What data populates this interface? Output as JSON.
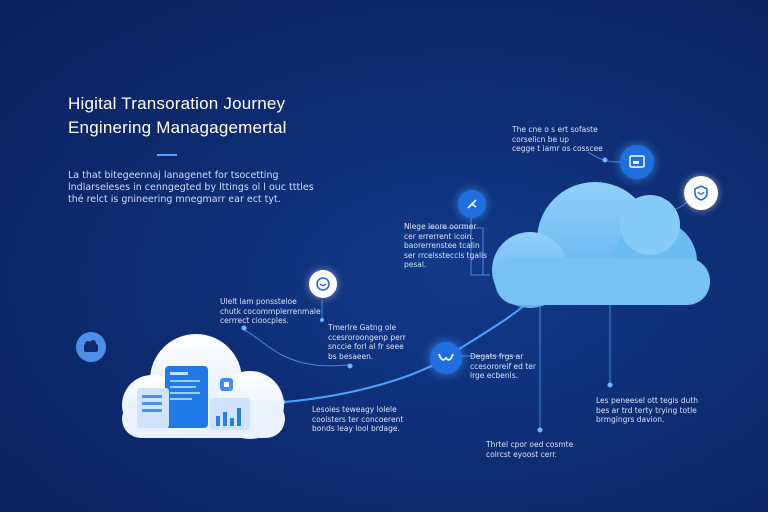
{
  "header": {
    "title_line1": "Higital Transoration Journey",
    "title_line2": "Enginering Managagemertal"
  },
  "intro": {
    "lines": [
      "La that bitegeennaj lanagenet for tsocetting",
      "lndlarseleses in cenngegted by lttings ol l ouc tttles",
      "thé relct is gnineering mnegmarr ear ect tyt."
    ]
  },
  "notes": {
    "top_right": [
      "The cne o s ert sofaste",
      "corselicn be up",
      "cegge t iamr os cosscee"
    ],
    "mid_center": [
      "Nlege leore oormer",
      "cer errerrent icoin.",
      "baorerrenstee tcalin",
      "ser rrcelssteccls tgalis",
      "pesal."
    ],
    "left_mid": [
      "Ulelt lam ponssteloe",
      "chutk cocommplerrenmale",
      "cerrrect cioocples."
    ],
    "center_mid": [
      "Tmerlre Gatng ole",
      "ccesroroongenp perr",
      "snccie forl al fr seee",
      "bs besaeen."
    ],
    "node_right": [
      "Degats frgs ar",
      "ccesororeif ed ter",
      "lrge ecbenis."
    ],
    "bottom_left": [
      "Lesoies teweagy lolele",
      "cooisters ter concoerent",
      "bonds leay lool brdage."
    ],
    "bottom_center": [
      "Thrtel cpor oed cosmte",
      "colrcst eyoost cerr."
    ],
    "bottom_right": [
      "Les peneesel ott tegis duth",
      "bes ar trd terty trying totle",
      "brmgingrs davion."
    ]
  },
  "icons": {
    "left_node": "cloud-server-icon",
    "node_mid_top": "chat-bubble-icon",
    "node_center": "wave-mark-icon",
    "node_upper": "branch-icon",
    "node_top_right": "screen-icon",
    "node_far_right": "shield-icon"
  },
  "colors": {
    "background": "#0d2a6e",
    "accent": "#1f6fe0",
    "cloud": "#7cc3f5",
    "line": "#4aa3ff"
  }
}
